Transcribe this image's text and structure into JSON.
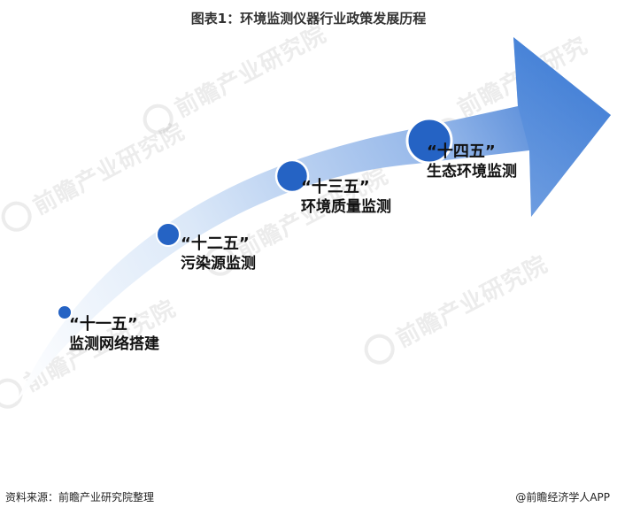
{
  "title": "图表1：环境监测仪器行业政策发展历程",
  "watermark_text": "前瞻产业研究院",
  "stages": [
    {
      "period": "“十一五”",
      "label": "监测网络搭建"
    },
    {
      "period": "“十二五”",
      "label": "污染源监测"
    },
    {
      "period": "“十三五”",
      "label": "环境质量监测"
    },
    {
      "period": "“十四五”",
      "label": "生态环境监测"
    }
  ],
  "footer": {
    "source": "资料来源：前瞻产业研究院整理",
    "brand": "@前瞻经济学人APP"
  },
  "colors": {
    "arrow_dark": "#2f6fce",
    "arrow_light": "#dbe8f8",
    "node": "#2563c4"
  }
}
